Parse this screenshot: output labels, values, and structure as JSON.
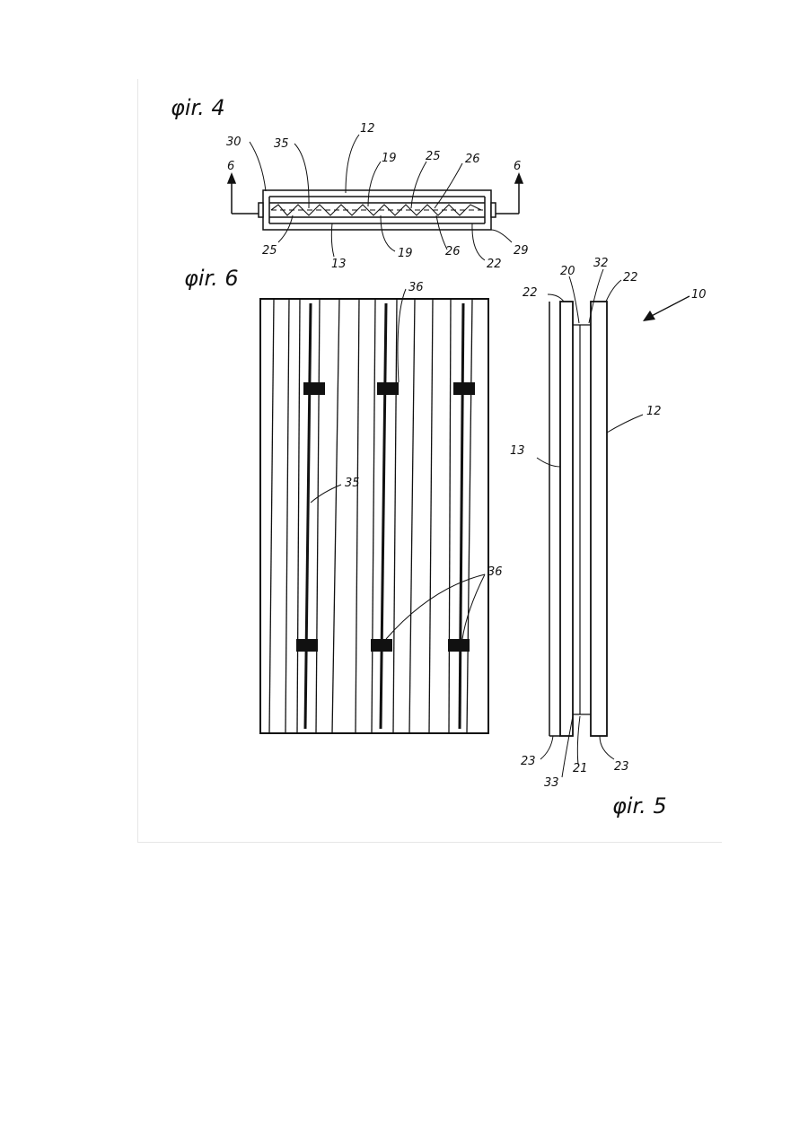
{
  "figures": {
    "fig4": {
      "label": "φir. 4"
    },
    "fig5": {
      "label": "φir. 5"
    },
    "fig6": {
      "label": "φir. 6"
    }
  },
  "fig4_refs": {
    "r30": "30",
    "r35": "35",
    "r12": "12",
    "r19a": "19",
    "r25a": "25",
    "r26a": "26",
    "r6l": "6",
    "r6r": "6",
    "r25b": "25",
    "r13": "13",
    "r19b": "19",
    "r26b": "26",
    "r22": "22",
    "r29": "29"
  },
  "fig6_refs": {
    "r36top": "36",
    "r35": "35",
    "r36bot": "36"
  },
  "fig5_refs": {
    "r22l": "22",
    "r20": "20",
    "r32": "32",
    "r22r": "22",
    "r10": "10",
    "r12": "12",
    "r13": "13",
    "r23l": "23",
    "r33": "33",
    "r21": "21",
    "r23r": "23"
  },
  "colors": {
    "ink": "#111111",
    "paper": "#ffffff"
  }
}
